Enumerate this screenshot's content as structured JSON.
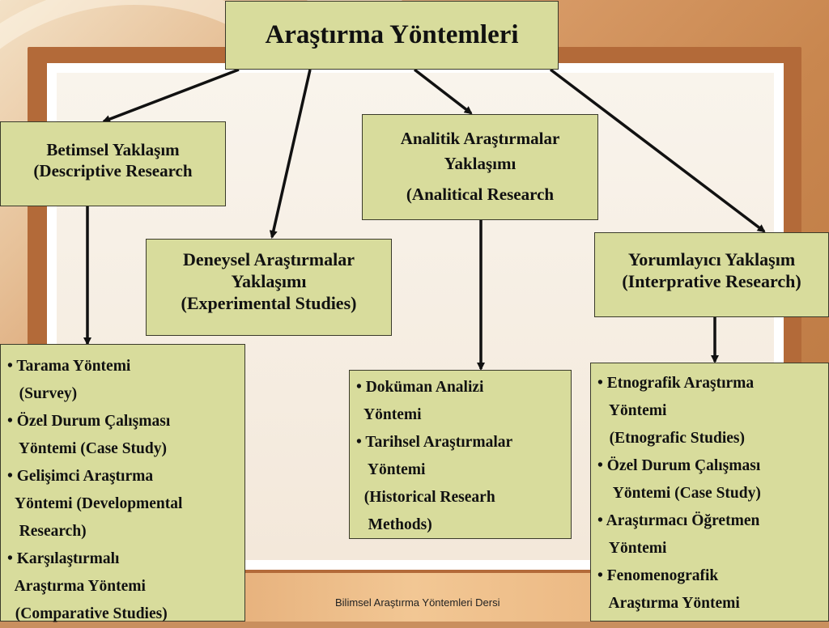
{
  "title": "Araştırma Yöntemleri",
  "categories": {
    "descriptive": [
      "Betimsel Yaklaşım",
      "(Descriptive Research"
    ],
    "experimental": [
      "Deneysel Araştırmalar",
      "Yaklaşımı",
      "(Experimental Studies)"
    ],
    "analytical": [
      "Analitik Araştırmalar",
      "Yaklaşımı",
      "(Analitical Research"
    ],
    "interpretive": [
      "Yorumlayıcı Yaklaşım",
      "(Interprative Research)"
    ]
  },
  "methods": {
    "descriptive": [
      "• Tarama Yöntemi",
      "   (Survey)",
      "• Özel Durum Çalışması",
      "   Yöntemi (Case Study)",
      "• Gelişimci Araştırma",
      "  Yöntemi (Developmental",
      "   Research)",
      "• Karşılaştırmalı",
      "  Araştırma Yöntemi",
      "  (Comparative Studies)"
    ],
    "analytical": [
      "• Doküman Analizi",
      "  Yöntemi",
      "• Tarihsel Araştırmalar",
      "   Yöntemi",
      "  (Historical Researh",
      "   Methods)"
    ],
    "interpretive": [
      "• Etnografik Araştırma",
      "   Yöntemi",
      "   (Etnografic Studies)",
      "• Özel Durum Çalışması",
      "    Yöntemi (Case Study)",
      "• Araştırmacı Öğretmen",
      "   Yöntemi",
      "• Fenomenografik",
      "   Araştırma Yöntemi"
    ]
  },
  "footer": "Bilimsel Araştırma Yöntemleri Dersi"
}
